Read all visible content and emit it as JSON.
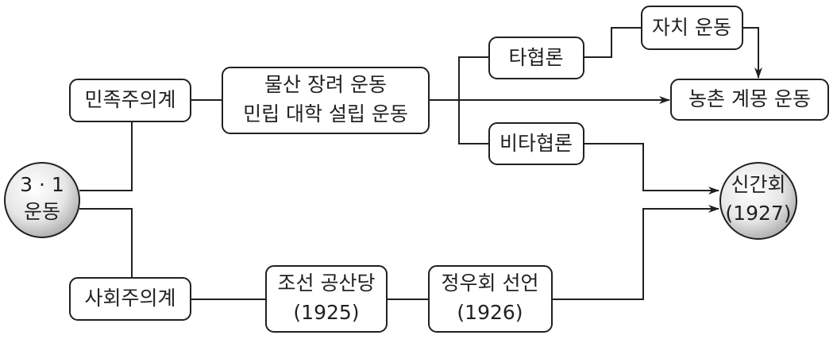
{
  "nodes": {
    "march_first": {
      "line1": "3 · 1",
      "line2": "운동"
    },
    "nationalist": "민족주의계",
    "socialist": "사회주의계",
    "movements": {
      "line1": "물산 장려 운동",
      "line2": "민립 대학 설립 운동"
    },
    "compromise": "타협론",
    "non_compromise": "비타협론",
    "autonomy": "자치 운동",
    "rural": "농촌 계몽 운동",
    "communist_party": {
      "line1": "조선 공산당",
      "line2": "(1925)"
    },
    "jeongwoo": {
      "line1": "정우회 선언",
      "line2": "(1926)"
    },
    "singanhoe": {
      "line1": "신간회",
      "line2": "(1927)"
    }
  }
}
